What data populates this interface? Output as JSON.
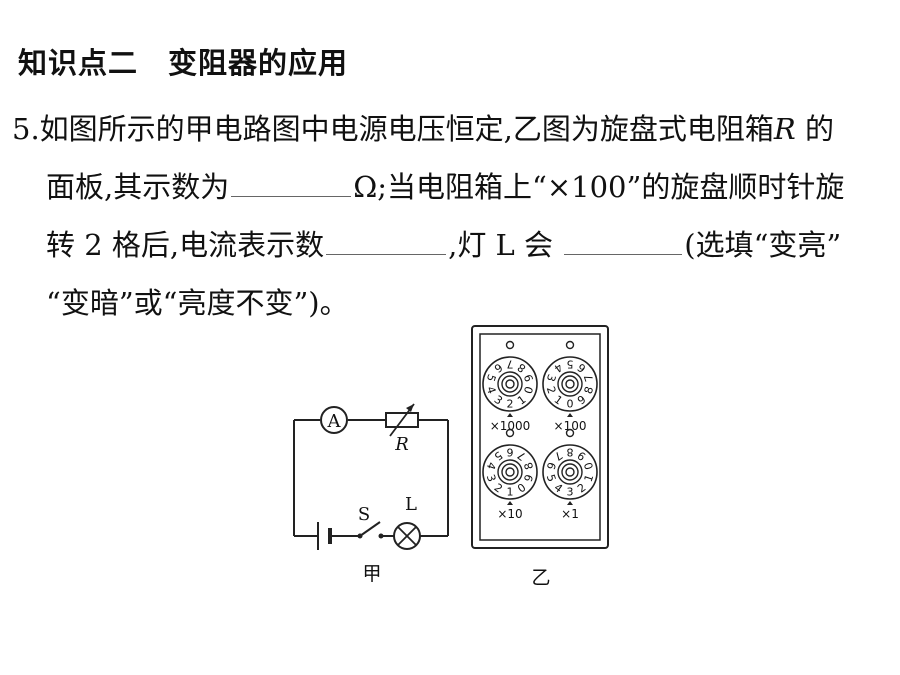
{
  "section": {
    "title": "知识点二　变阻器的应用"
  },
  "question": {
    "number": "5.",
    "line1": "如图所示的甲电路图中电源电压恒定,乙图为旋盘式电阻箱",
    "line1_var": "R",
    "line1_end": "的",
    "line2_start": "面板,其示数为",
    "line2_unit": "Ω;当电阻箱上“×100”的旋盘顺时针旋",
    "line3_start": "转 2 格后,电流表示数",
    "line3_mid": ",灯 L 会",
    "line3_end": "(选填“变亮”",
    "line4": "“变暗”或“亮度不变”)。"
  },
  "circuit": {
    "ammeter": "A",
    "resistor": "R",
    "switch": "S",
    "lamp": "L",
    "caption": "甲"
  },
  "resistance_box": {
    "caption": "乙",
    "dials": [
      {
        "multiplier": "×1000",
        "setting": 2
      },
      {
        "multiplier": "×100",
        "setting": 0
      },
      {
        "multiplier": "×10",
        "setting": 1
      },
      {
        "multiplier": "×1",
        "setting": 3
      }
    ]
  }
}
